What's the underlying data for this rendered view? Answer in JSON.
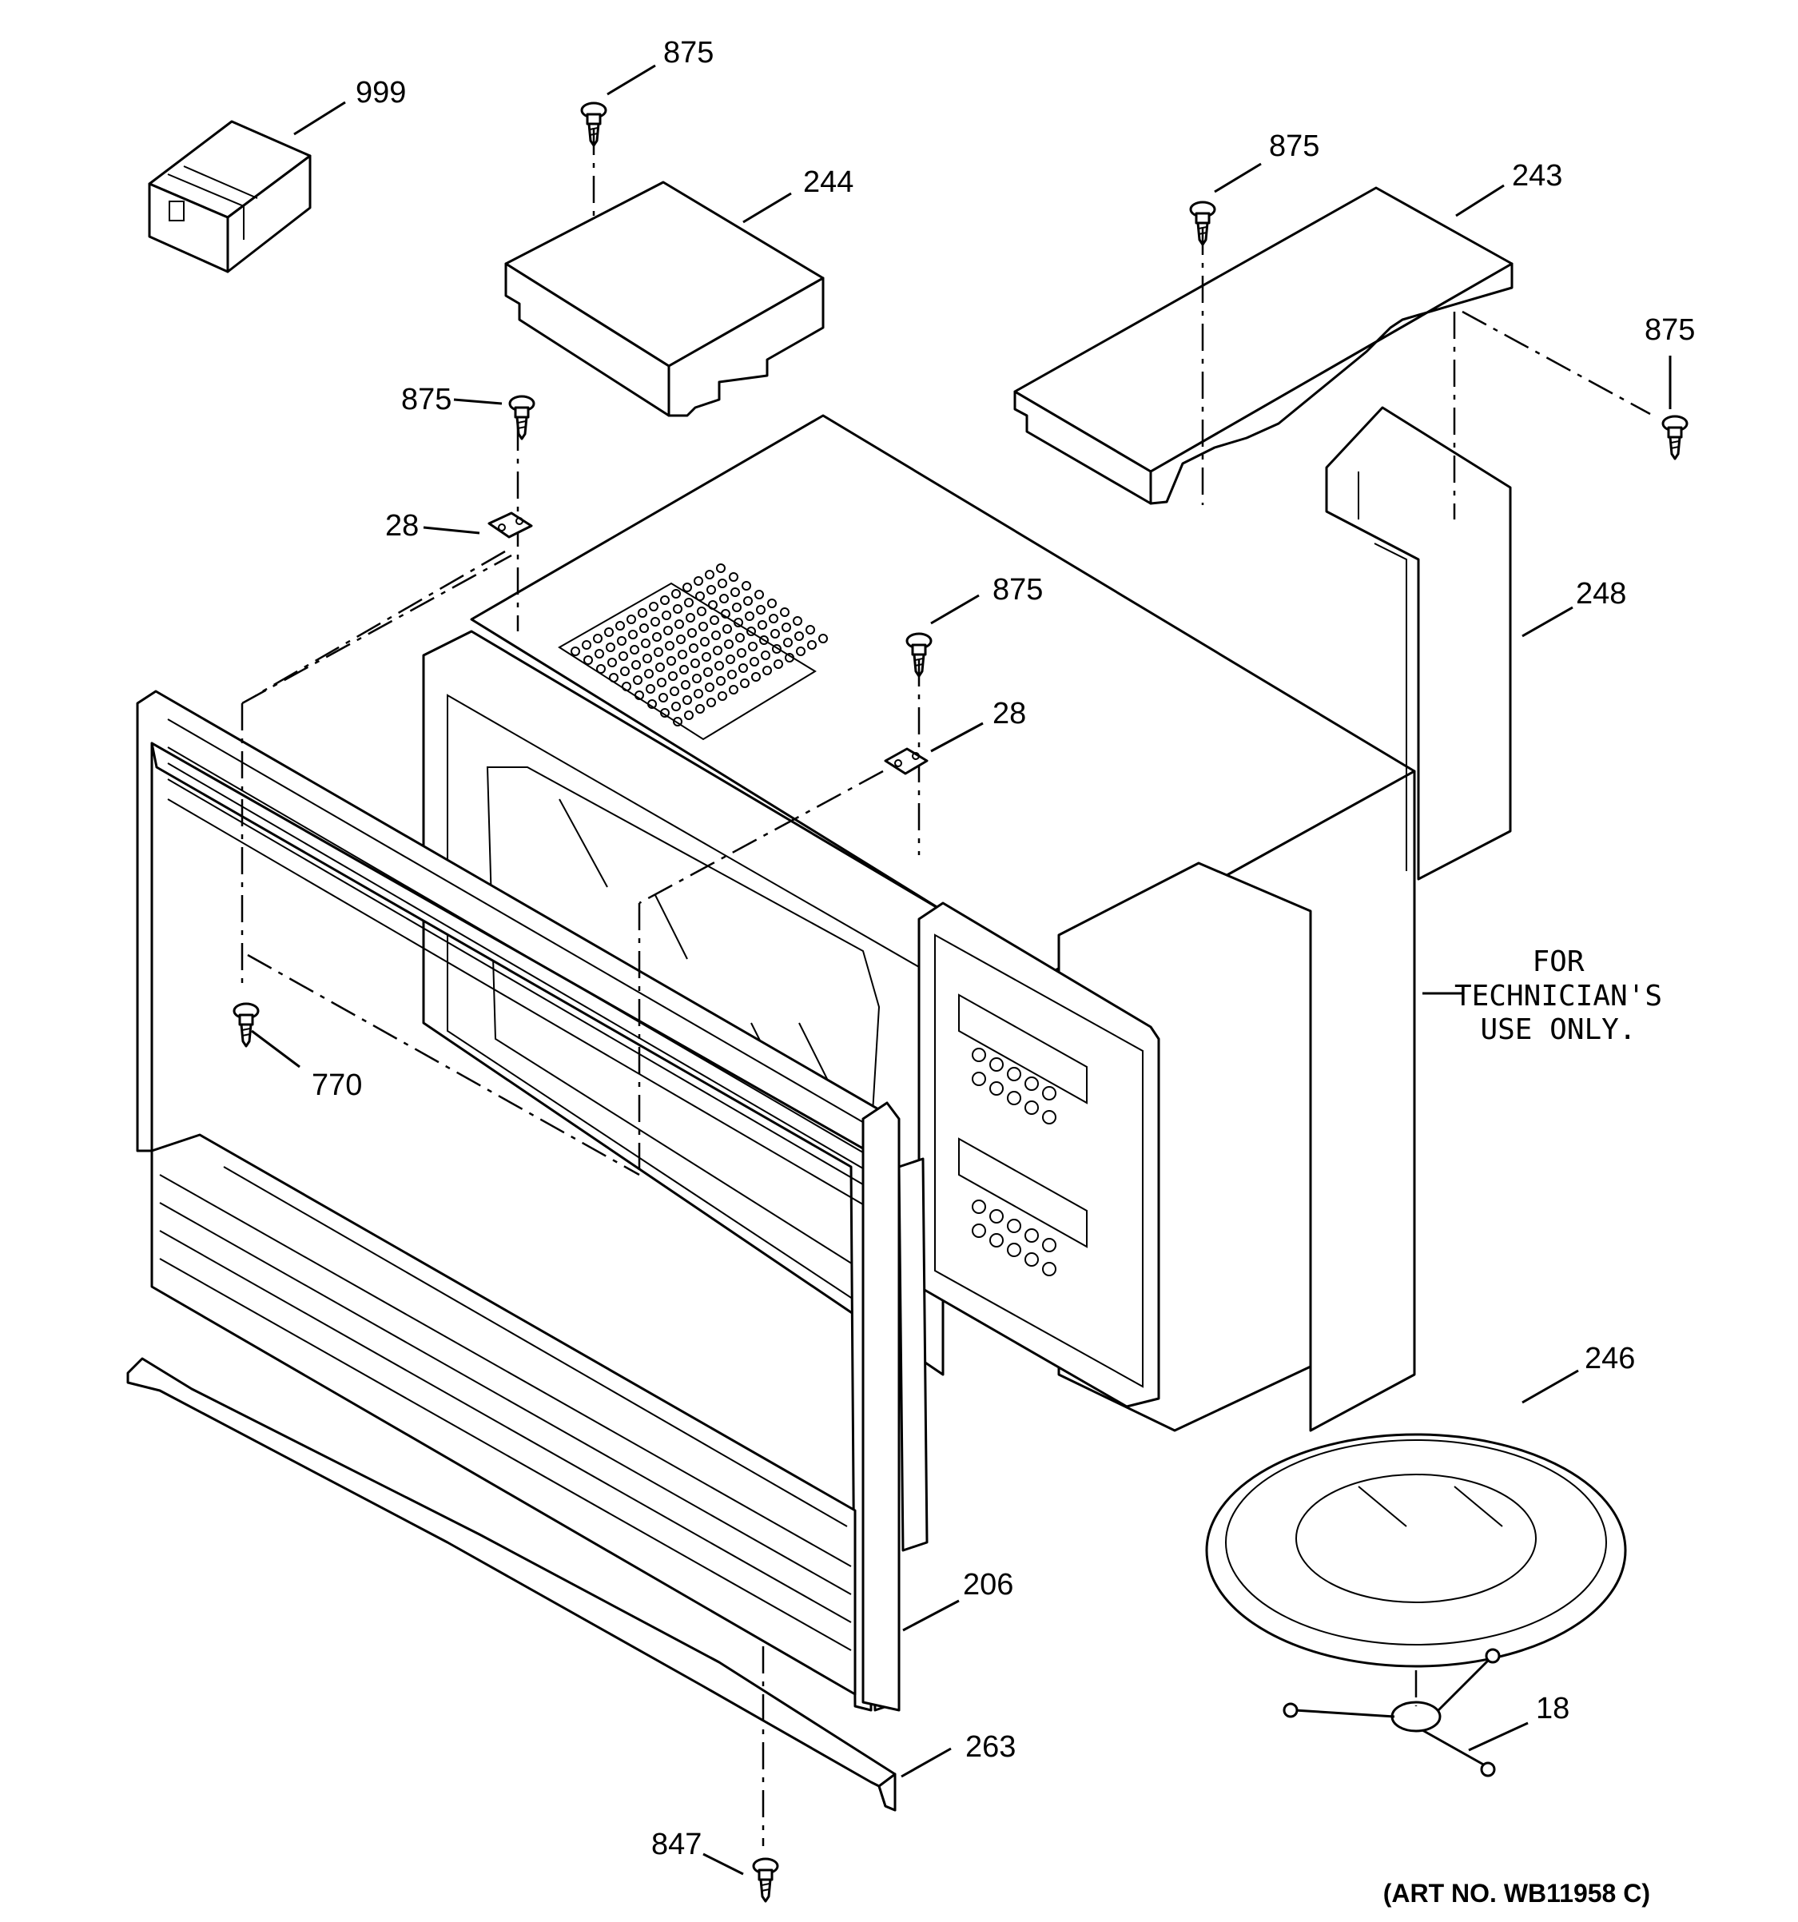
{
  "callouts": {
    "c999": "999",
    "c875_top": "875",
    "c244": "244",
    "c875_right_top": "875",
    "c243": "243",
    "c875_far_right": "875",
    "c875_left": "875",
    "c28_left": "28",
    "c875_mid": "875",
    "c28_mid": "28",
    "c248": "248",
    "c770": "770",
    "c246": "246",
    "c206": "206",
    "c18": "18",
    "c263": "263",
    "c847": "847"
  },
  "note": {
    "line1": "FOR",
    "line2": "TECHNICIAN'S",
    "line3": "USE ONLY."
  },
  "art_number": "(ART NO. WB11958 C)"
}
